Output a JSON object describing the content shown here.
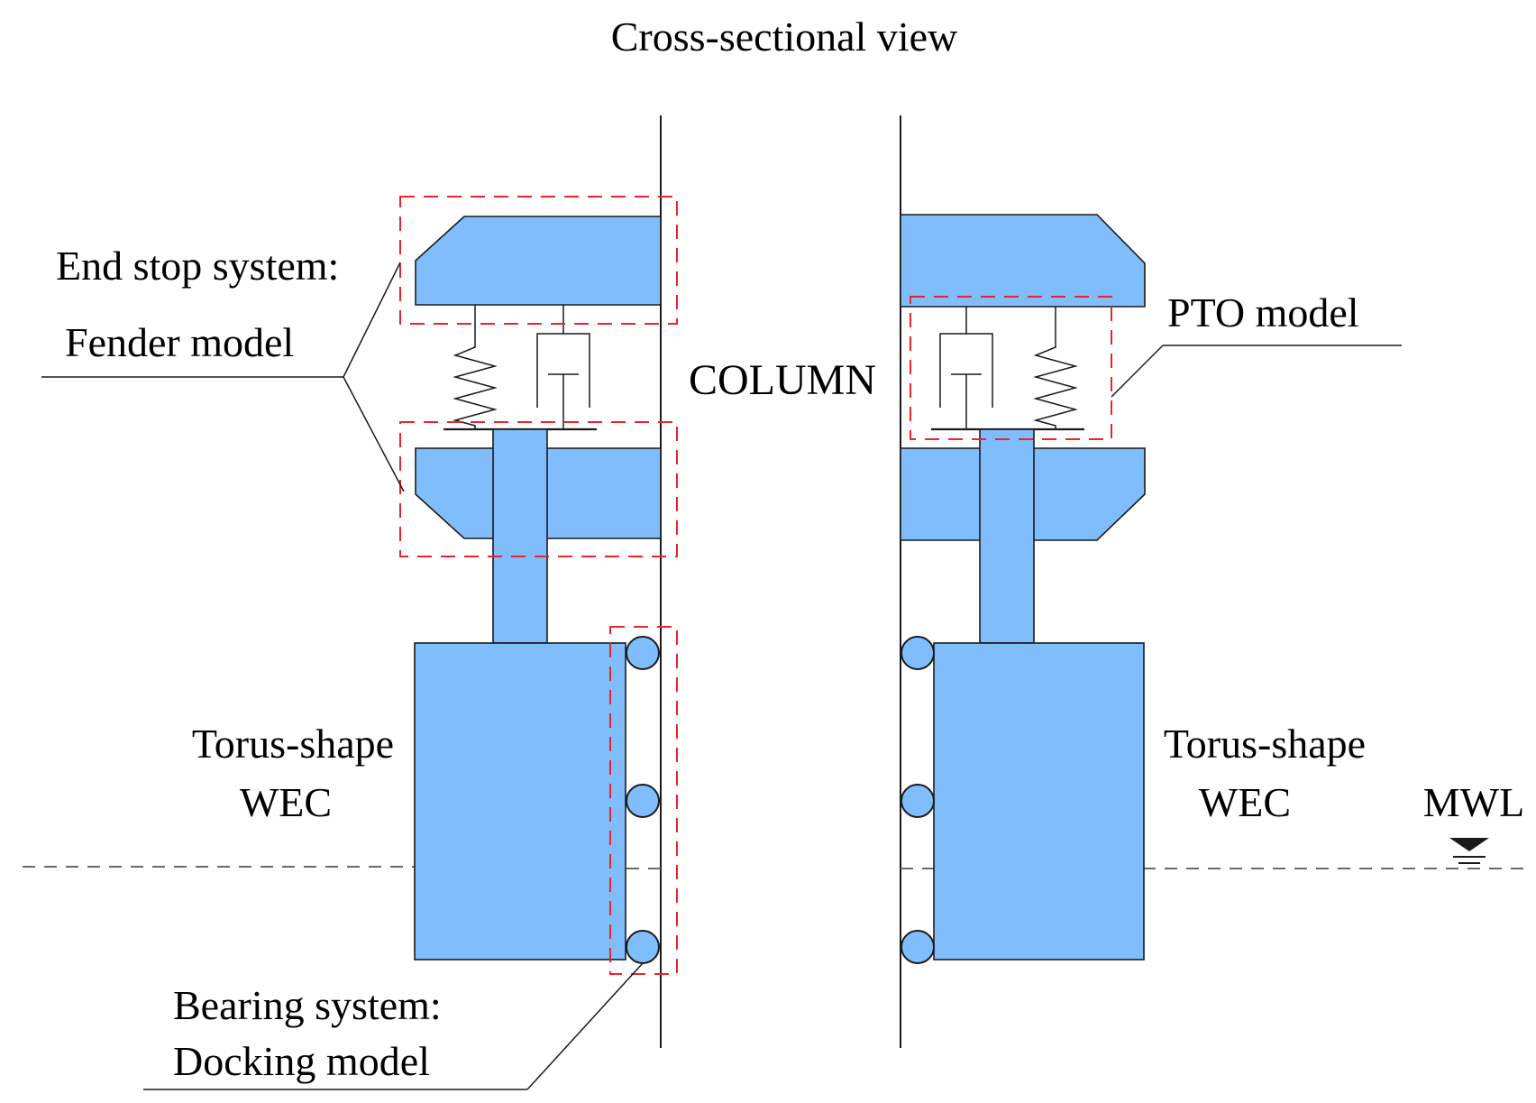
{
  "title": "Cross-sectional view",
  "labels": {
    "end_stop_line1": "End stop system:",
    "end_stop_line2": "Fender model",
    "column": "COLUMN",
    "pto": "PTO model",
    "torus_left_line1": "Torus-shape",
    "torus_left_line2": "WEC",
    "torus_right_line1": "Torus-shape",
    "torus_right_line2": "WEC",
    "mwl": "MWL",
    "bearing_line1": "Bearing system:",
    "bearing_line2": "Docking model"
  },
  "colors": {
    "body_fill": "#80bdfc",
    "outline": "#1a1a1a",
    "highlight_box": "#e8252b",
    "water_line": "#555555"
  }
}
